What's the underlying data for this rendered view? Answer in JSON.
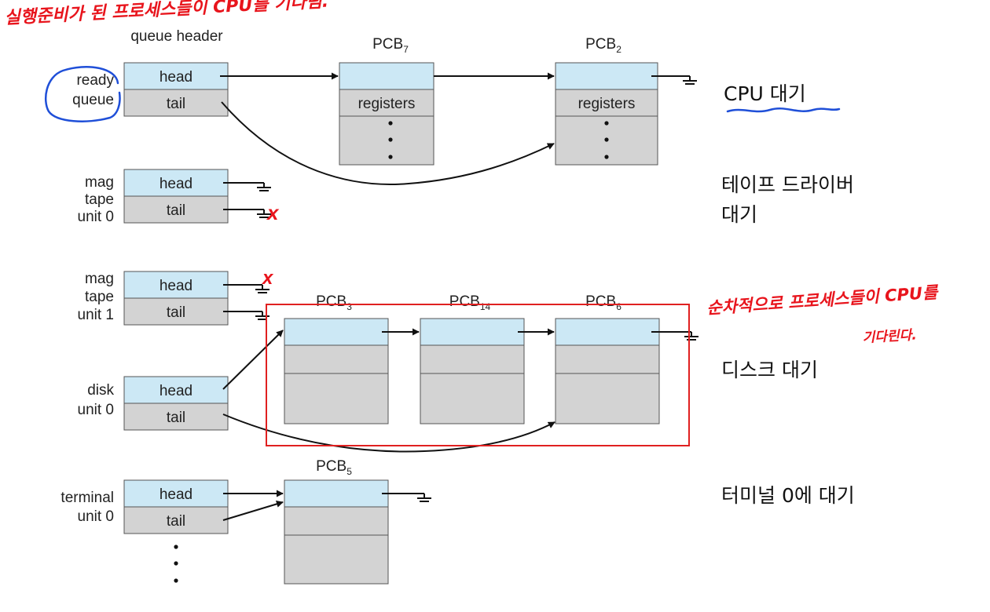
{
  "header_label": "queue header",
  "queues": [
    {
      "id": "ready",
      "label_lines": [
        "ready",
        "queue"
      ],
      "head": "head",
      "tail": "tail"
    },
    {
      "id": "mag0",
      "label_lines": [
        "mag",
        "tape",
        "unit 0"
      ],
      "head": "head",
      "tail": "tail"
    },
    {
      "id": "mag1",
      "label_lines": [
        "mag",
        "tape",
        "unit 1"
      ],
      "head": "head",
      "tail": "tail"
    },
    {
      "id": "disk0",
      "label_lines": [
        "disk",
        "unit 0"
      ],
      "head": "head",
      "tail": "tail"
    },
    {
      "id": "term0",
      "label_lines": [
        "terminal",
        "unit 0"
      ],
      "head": "head",
      "tail": "tail"
    }
  ],
  "pcbs": [
    {
      "id": "pcb7",
      "name": "PCB",
      "sub": "7",
      "field": "registers"
    },
    {
      "id": "pcb2",
      "name": "PCB",
      "sub": "2",
      "field": "registers"
    },
    {
      "id": "pcb3",
      "name": "PCB",
      "sub": "3"
    },
    {
      "id": "pcb14",
      "name": "PCB",
      "sub": "14"
    },
    {
      "id": "pcb6",
      "name": "PCB",
      "sub": "6"
    },
    {
      "id": "pcb5",
      "name": "PCB",
      "sub": "5"
    }
  ],
  "side_labels": {
    "cpu_wait": "CPU 대기",
    "tape_wait": [
      "테이프 드라이버",
      "대기"
    ],
    "disk_wait": "디스크 대기",
    "terminal_wait": "터미널 0에 대기"
  },
  "annotations": {
    "top_note": "실행준비가 된 프로세스들이 CPU를 기다림.",
    "right_note": [
      "순차적으로 프로세스들이 CPU를",
      "기다린다."
    ],
    "x_mark": "x"
  },
  "colors": {
    "field_blue": "#cce8f5",
    "field_gray": "#d3d3d3",
    "ink_red": "#e8141c",
    "ink_blue": "#1f4fd8",
    "box_red": "#e02020"
  }
}
